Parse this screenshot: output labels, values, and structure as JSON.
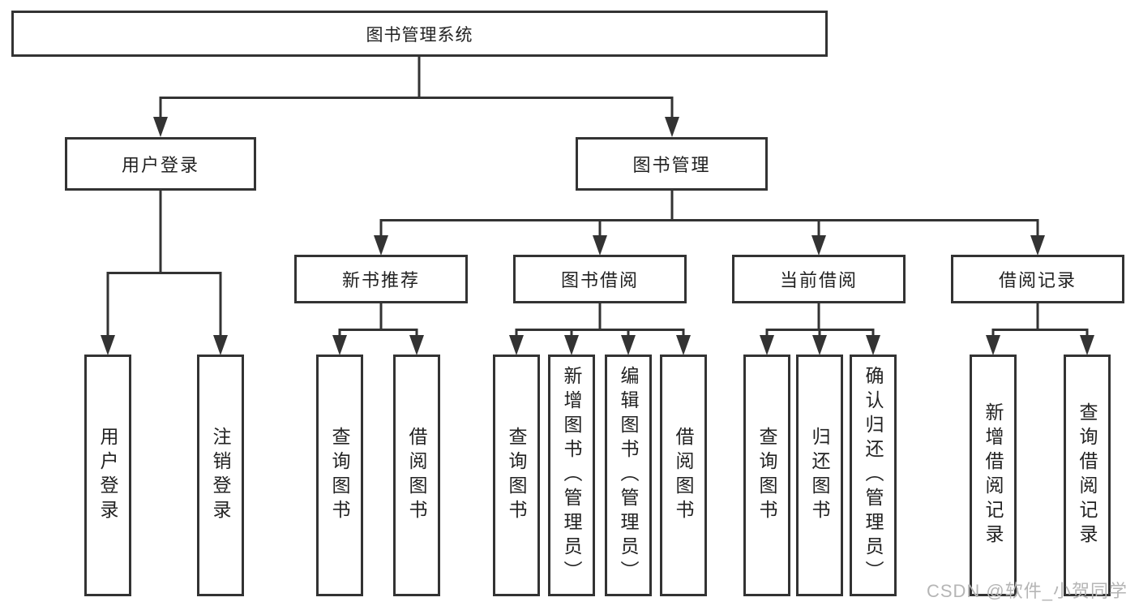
{
  "tree": {
    "title": "图书管理系统",
    "level2": [
      "用户登录",
      "图书管理"
    ],
    "level3": [
      "新书推荐",
      "图书借阅",
      "当前借阅",
      "借阅记录"
    ],
    "leaves": {
      "user_login": [
        "用户登录",
        "注销登录"
      ],
      "new_book_recommend": [
        "查询图书",
        "借阅图书"
      ],
      "book_borrow": [
        "查询图书",
        "新增图书（管理员）",
        "编辑图书（管理员）",
        "借阅图书"
      ],
      "current_borrow": [
        "查询图书",
        "归还图书",
        "确认归还（管理员）"
      ],
      "borrow_records": [
        "新增借阅记录",
        "查询借阅记录"
      ]
    }
  },
  "watermark": "CSDN @软件_小贺同学",
  "colors": {
    "line": "#333333",
    "text": "#222222",
    "background": "#ffffff",
    "watermark": "#b5b5b5"
  }
}
